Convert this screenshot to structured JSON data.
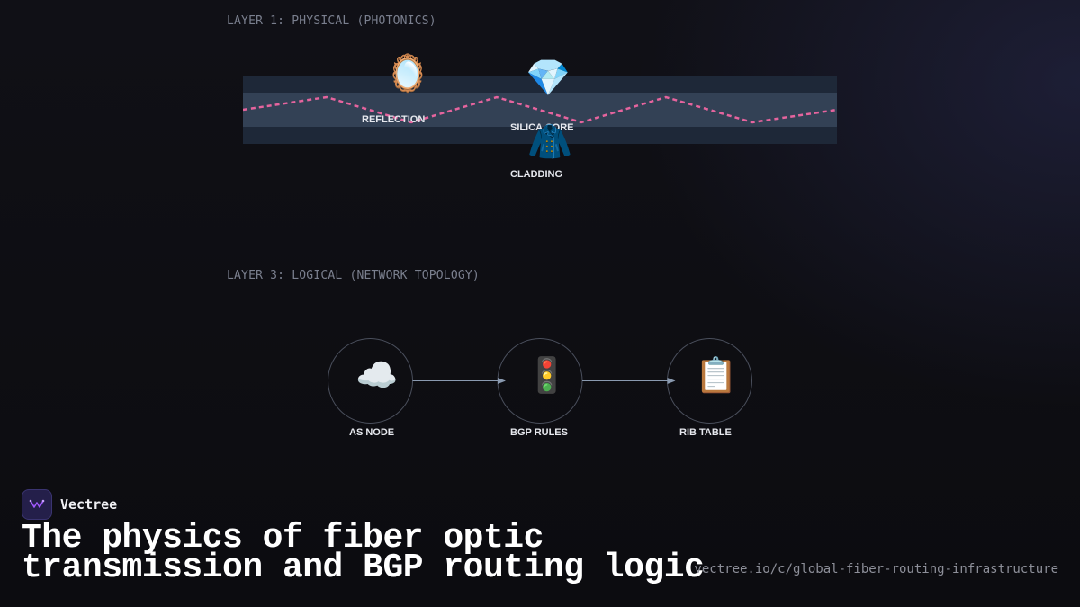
{
  "layer1": {
    "label": "LAYER 1: PHYSICAL (PHOTONICS)",
    "nodes": {
      "reflection": {
        "icon": "mirror-icon",
        "glyph": "🪞",
        "label": "REFLECTION"
      },
      "silica_core": {
        "icon": "gem-icon",
        "glyph": "💎",
        "label": "SILICA CORE"
      },
      "cladding": {
        "icon": "coat-icon",
        "glyph": "🧥",
        "label": "CLADDING"
      }
    },
    "colors": {
      "cladding_band": "#1e2838",
      "core_band": "#334155",
      "light_path": "#e6649e"
    }
  },
  "layer3": {
    "label": "LAYER 3: LOGICAL (NETWORK TOPOLOGY)",
    "nodes": [
      {
        "icon": "cloud-icon",
        "glyph": "☁️",
        "label": "AS NODE"
      },
      {
        "icon": "traffic-light-icon",
        "glyph": "🚦",
        "label": "BGP RULES"
      },
      {
        "icon": "clipboard-icon",
        "glyph": "📋",
        "label": "RIB TABLE"
      }
    ]
  },
  "brand": {
    "name": "Vectree",
    "accent": "#a259ff"
  },
  "headline": {
    "line1": "The physics of fiber optic",
    "line2": "transmission and BGP routing logic"
  },
  "url": "vectree.io/c/global-fiber-routing-infrastructure"
}
